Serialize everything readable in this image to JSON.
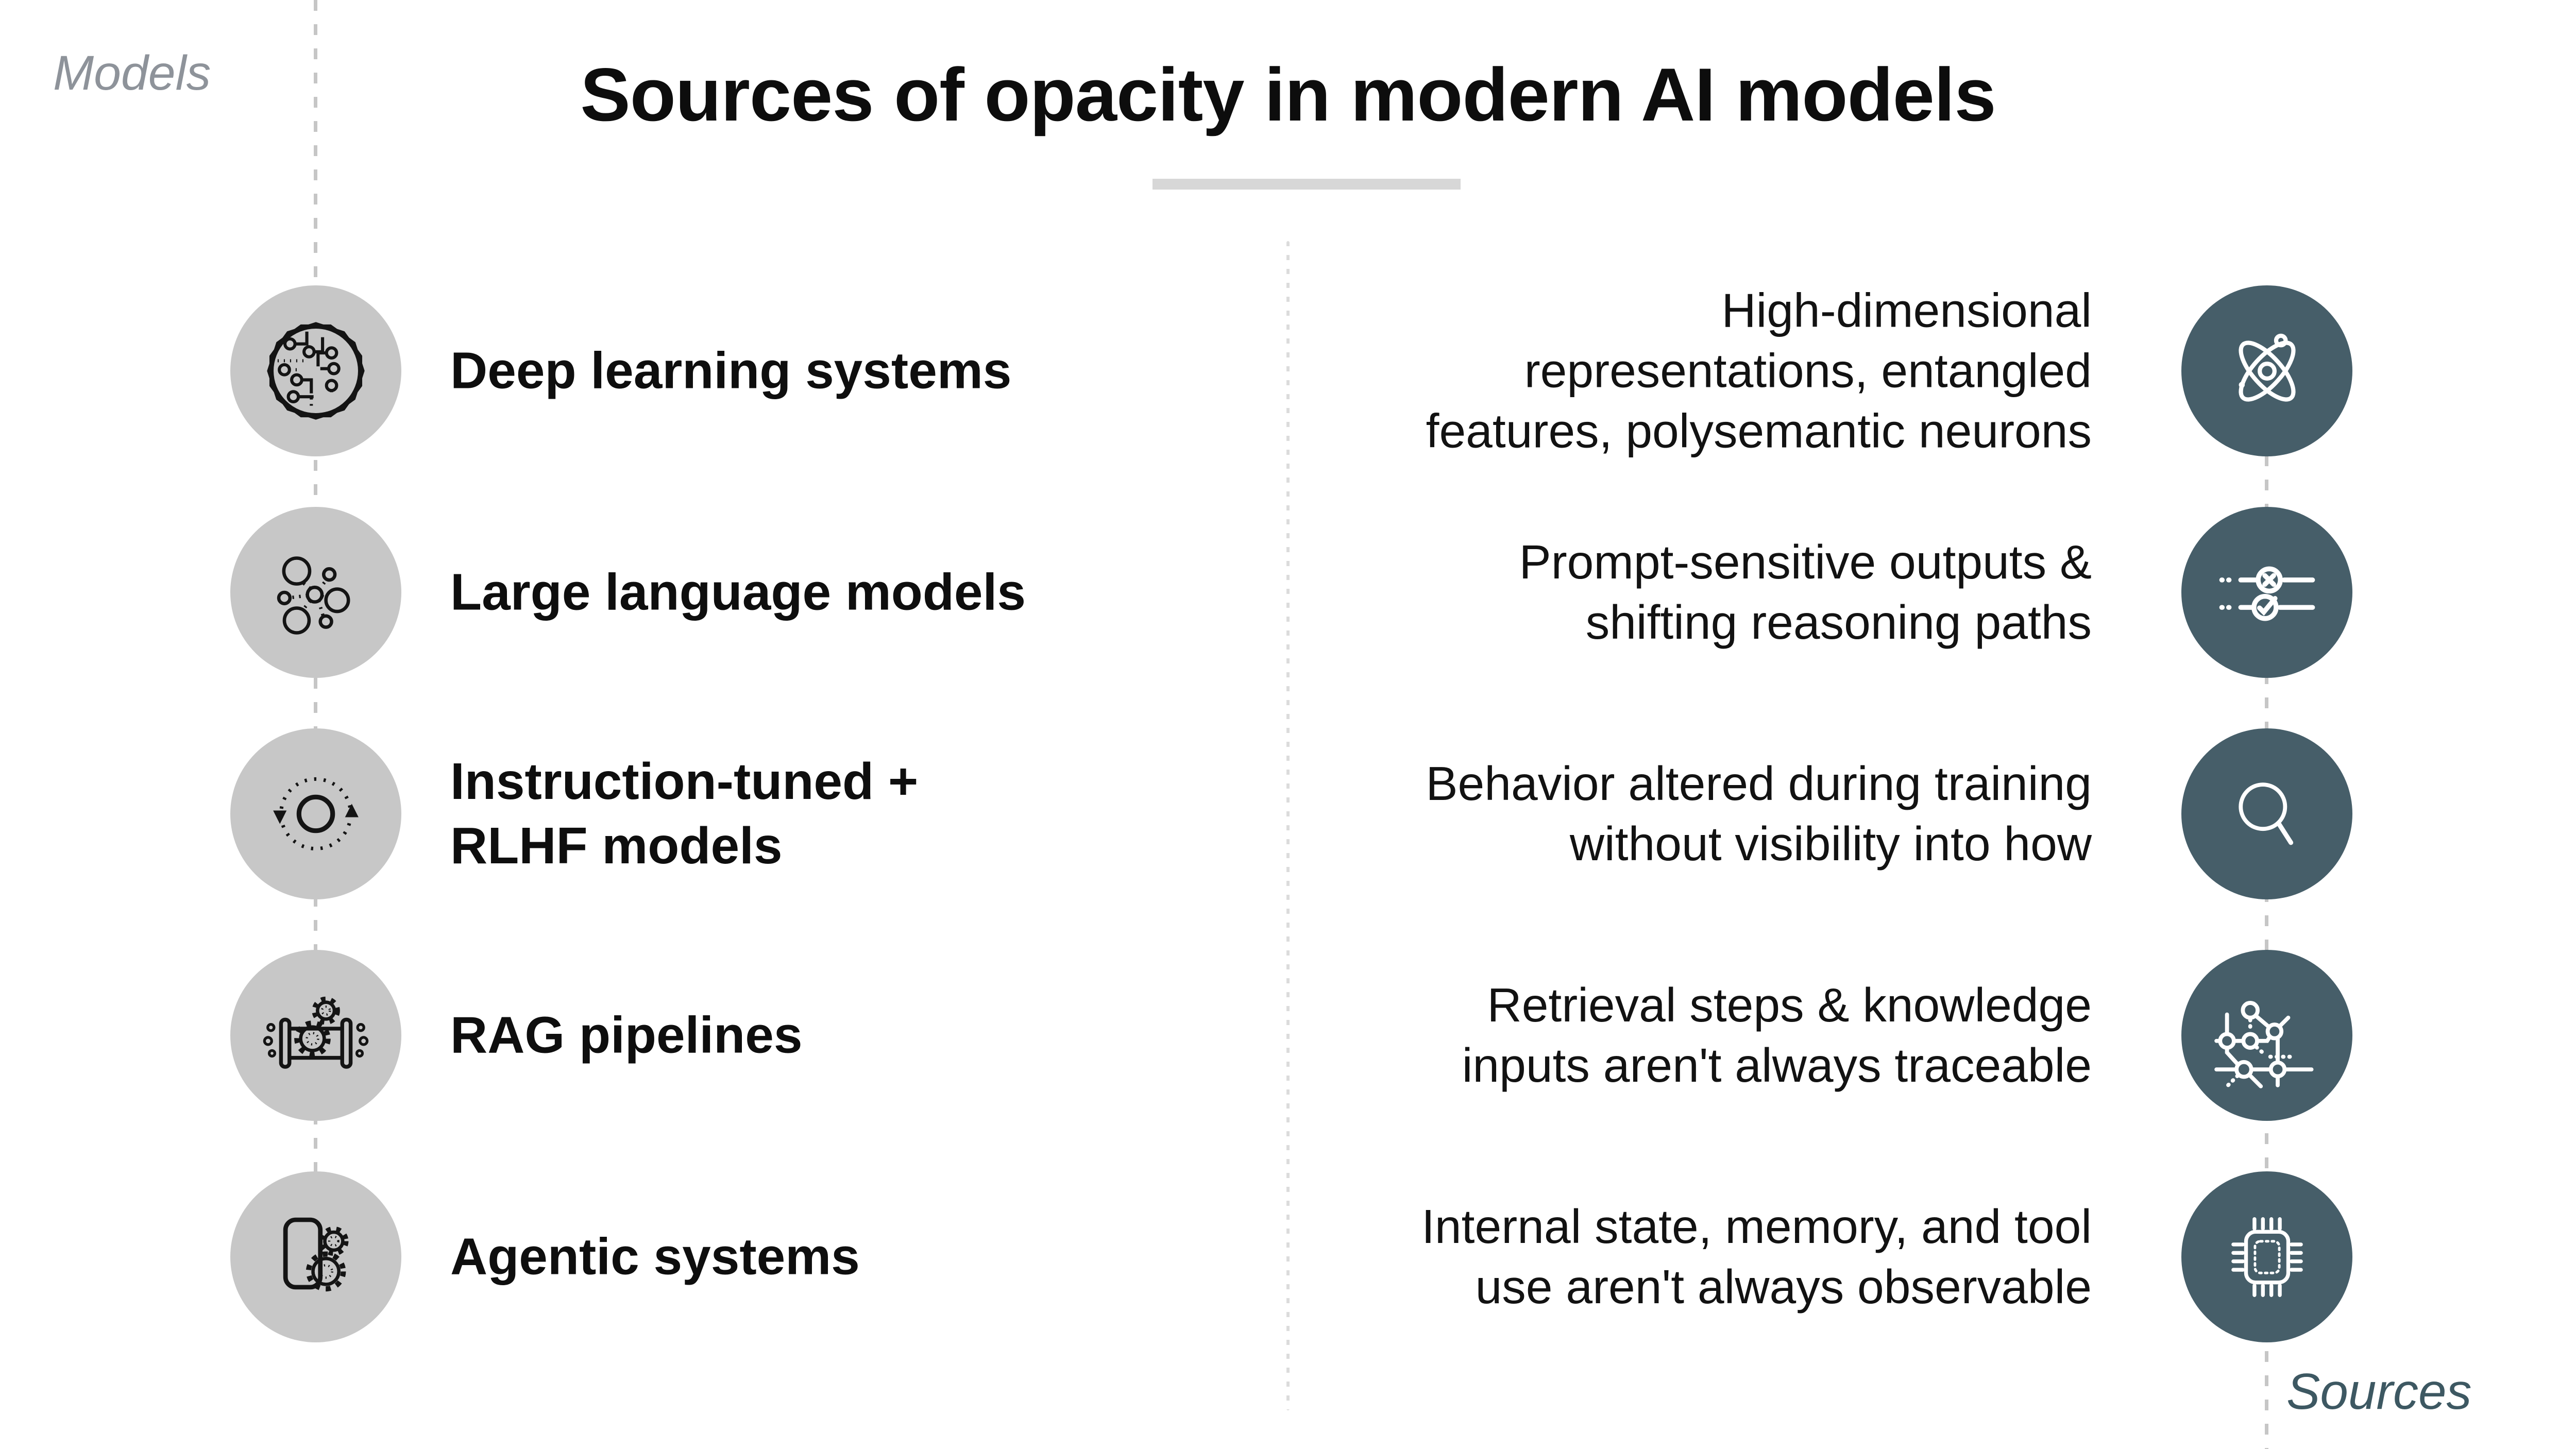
{
  "title": "Sources of opacity in modern AI models",
  "columns": {
    "left_label": "Models",
    "right_label": "Sources"
  },
  "colors": {
    "model_circle": "#C7C7C7",
    "source_circle": "#465E69",
    "dashed_line": "#C6C6C6",
    "divider_dots": "#DCDCDC",
    "title_underline": "#D7D7D7",
    "muted_label": "#8E939A"
  },
  "rows": [
    {
      "model_icon": "circuit-brain-icon",
      "model_lines": [
        "Deep learning systems"
      ],
      "source_lines": [
        "High-dimensional",
        "representations, entangled",
        "features, polysemantic neurons"
      ],
      "source_icon": "atom-icon"
    },
    {
      "model_icon": "node-network-icon",
      "model_lines": [
        "Large language models"
      ],
      "source_lines": [
        "Prompt-sensitive outputs &",
        "shifting reasoning paths"
      ],
      "source_icon": "toggle-settings-icon"
    },
    {
      "model_icon": "feedback-loop-icon",
      "model_lines": [
        "Instruction-tuned +",
        "RLHF models"
      ],
      "source_lines": [
        "Behavior altered during training",
        "without visibility into how"
      ],
      "source_icon": "magnifier-icon"
    },
    {
      "model_icon": "pipeline-gears-icon",
      "model_lines": [
        "RAG pipelines"
      ],
      "source_lines": [
        "Retrieval steps & knowledge",
        "inputs aren't always traceable"
      ],
      "source_icon": "route-graph-icon"
    },
    {
      "model_icon": "agent-gears-icon",
      "model_lines": [
        "Agentic systems"
      ],
      "source_lines": [
        "Internal state, memory, and tool",
        "use aren't always observable"
      ],
      "source_icon": "chip-icon"
    }
  ]
}
